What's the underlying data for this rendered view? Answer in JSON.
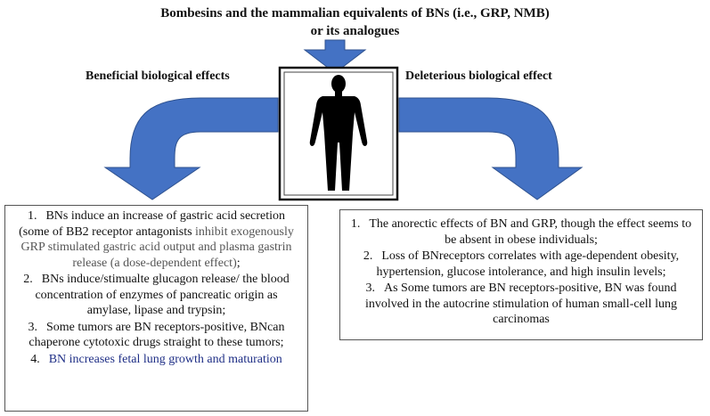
{
  "title_line1": "Bombesins and the mammalian equivalents of BNs (i.e., GRP, NMB)",
  "title_line2": "or its analogues",
  "label_beneficial": "Beneficial biological effects",
  "label_deleterious": "Deleterious biological effect",
  "colors": {
    "arrow": "#4472c4",
    "arrow_edge": "#2f528f",
    "silhouette": "#000000"
  },
  "beneficial": [
    {
      "num": "1.",
      "parts": [
        {
          "text": "BNs induce an increase of gastric acid secretion (some of BB2 receptor antagonists ",
          "tone": "normal"
        },
        {
          "text": "inhibit exogenously GRP stimulated gastric acid output and plasma gastrin release (a dose-dependent effect)",
          "tone": "gray"
        },
        {
          "text": ";",
          "tone": "normal"
        }
      ]
    },
    {
      "num": "2.",
      "parts": [
        {
          "text": "BNs induce/stimualte glucagon release/ the blood concentration of enzymes of pancreatic origin as amylase, lipase and trypsin;",
          "tone": "normal"
        }
      ]
    },
    {
      "num": "3.",
      "parts": [
        {
          "text": "Some tumors are BN receptors-positive, BNcan chaperone cytotoxic drugs straight to these tumors;",
          "tone": "normal"
        }
      ]
    },
    {
      "num": "4.",
      "parts": [
        {
          "text": "BN increases fetal lung growth and maturation",
          "tone": "blue"
        }
      ]
    }
  ],
  "deleterious": [
    {
      "num": "1.",
      "parts": [
        {
          "text": "The anorectic effects of BN and GRP, though the effect seems to be absent in obese individuals;",
          "tone": "normal"
        }
      ]
    },
    {
      "num": "2.",
      "parts": [
        {
          "text": "Loss of BNreceptors correlates with age-dependent obesity, hypertension, glucose intolerance, and high insulin levels;",
          "tone": "normal"
        }
      ]
    },
    {
      "num": "3.",
      "parts": [
        {
          "text": "As Some tumors are BN receptors-positive, BN was found involved in the autocrine stimulation of human small-cell lung carcinomas",
          "tone": "normal"
        }
      ]
    }
  ]
}
